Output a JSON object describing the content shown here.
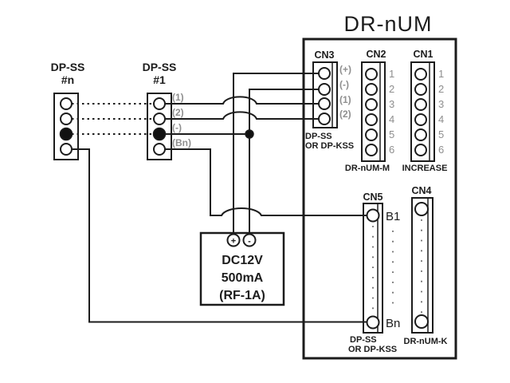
{
  "title": "DR-nUM",
  "left_units": {
    "unit_n": {
      "name": "DP-SS",
      "id": "#n"
    },
    "unit_1": {
      "name": "DP-SS",
      "id": "#1",
      "pin_labels": [
        "(1)",
        "(2)",
        "(-)",
        "(Bn)"
      ]
    }
  },
  "power_supply": {
    "voltage": "DC12V",
    "current": "500mA",
    "model": "(RF-1A)",
    "plus": "+",
    "minus": "-"
  },
  "main_unit": {
    "cn3": {
      "name": "CN3",
      "pin_labels": [
        "(+)",
        "(-)",
        "(1)",
        "(2)"
      ],
      "caption": [
        "DP-SS",
        "OR DP-KSS"
      ]
    },
    "cn2": {
      "name": "CN2",
      "pins": [
        "1",
        "2",
        "3",
        "4",
        "5",
        "6"
      ],
      "caption": "DR-nUM-M"
    },
    "cn1": {
      "name": "CN1",
      "pins": [
        "1",
        "2",
        "3",
        "4",
        "5",
        "6"
      ],
      "caption": "INCREASE"
    },
    "cn5": {
      "name": "CN5",
      "first_terminal": "B1",
      "last_terminal": "Bn",
      "caption": [
        "DP-SS",
        "OR DP-KSS"
      ]
    },
    "cn4": {
      "name": "CN4",
      "caption": "DR-nUM-K"
    }
  },
  "colors": {
    "line": "#1c1c1c",
    "muted": "#8f8f8f",
    "background": "#ffffff"
  }
}
